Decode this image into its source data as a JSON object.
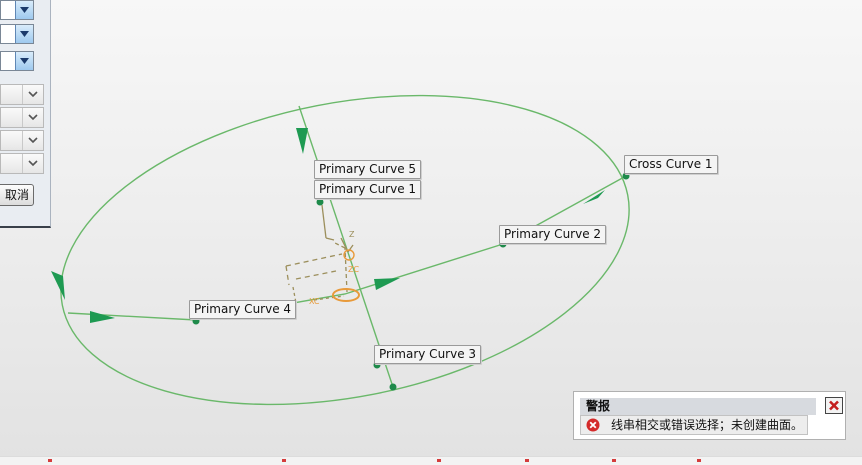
{
  "labels": {
    "primary_curve_5": "Primary Curve  5",
    "primary_curve_1": "Primary Curve  1",
    "cross_curve_1": "Cross Curve  1",
    "primary_curve_2": "Primary Curve  2",
    "primary_curve_4": "Primary Curve  4",
    "primary_curve_3": "Primary Curve  3"
  },
  "axes": {
    "z": "Z",
    "zc": "ZC",
    "xc": "XC"
  },
  "dialog": {
    "cancel_label": "取消"
  },
  "warning": {
    "title": "警报",
    "message": "线串相交或错误选择；未创建曲面。"
  },
  "colors": {
    "curve": "#6ab86a",
    "arrow": "#1e9a52",
    "csys": "#9c8f5c",
    "orange": "#e89a3a",
    "error": "#d42a2a"
  },
  "icons": {
    "error": "error-circle-icon",
    "close": "close-x-icon",
    "dropdown": "chevron-down-icon"
  }
}
